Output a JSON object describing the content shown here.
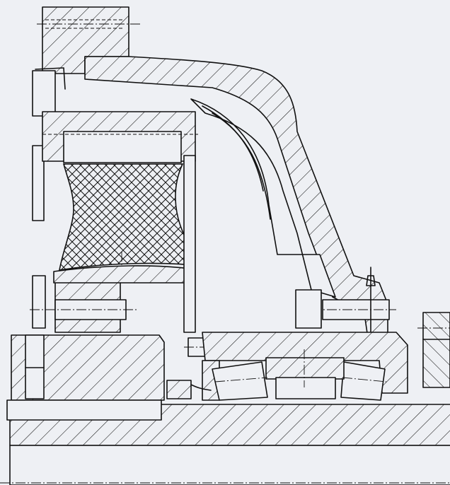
{
  "drawing": {
    "parts": [
      "upper-flange",
      "curved-arm-housing",
      "elastomer-element",
      "hub",
      "shaft",
      "tapered-roller-bearings",
      "bearing-housing",
      "seal",
      "bolts",
      "right-flange"
    ],
    "style": {
      "background": "#eef0f4",
      "line_color": "#111111"
    }
  }
}
